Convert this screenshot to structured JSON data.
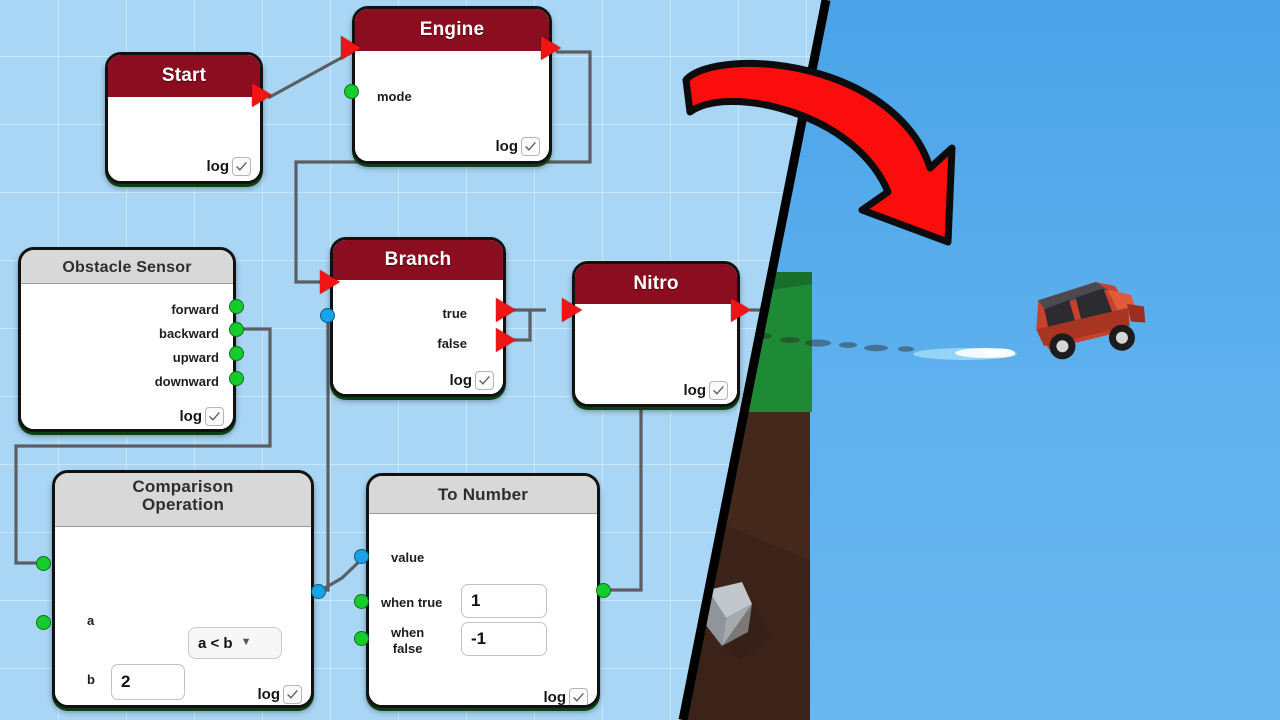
{
  "editor": {
    "name": "visual-scripting-canvas",
    "background_color": "#a9d6f5",
    "grid_line_color": "#ffffff",
    "wire_color": "#5b5f63",
    "header_red": "#8b0d20",
    "header_grey": "#d8d8d8",
    "socket_green": "#16cc2c",
    "socket_blue": "#18a3e8",
    "exec_port_red": "#f01414"
  },
  "nodes": [
    {
      "id": "start",
      "title": "Start",
      "header_style": "red",
      "log_label": "log",
      "log_checked": true,
      "inputs": [],
      "outputs": []
    },
    {
      "id": "engine",
      "title": "Engine",
      "header_style": "red",
      "log_label": "log",
      "log_checked": true,
      "inputs": [
        {
          "label": "mode",
          "socket": "green"
        }
      ],
      "outputs": []
    },
    {
      "id": "obstacle-sensor",
      "title": "Obstacle Sensor",
      "header_style": "grey",
      "log_label": "log",
      "log_checked": true,
      "inputs": [],
      "outputs": [
        {
          "label": "forward",
          "socket": "green"
        },
        {
          "label": "backward",
          "socket": "green"
        },
        {
          "label": "upward",
          "socket": "green"
        },
        {
          "label": "downward",
          "socket": "green"
        }
      ]
    },
    {
      "id": "branch",
      "title": "Branch",
      "header_style": "red",
      "log_label": "log",
      "log_checked": true,
      "inputs": [
        {
          "label": "",
          "socket": "blue"
        }
      ],
      "outputs": [
        {
          "label": "true",
          "socket": "exec"
        },
        {
          "label": "false",
          "socket": "exec"
        }
      ]
    },
    {
      "id": "nitro",
      "title": "Nitro",
      "header_style": "red",
      "log_label": "log",
      "log_checked": true,
      "inputs": [],
      "outputs": []
    },
    {
      "id": "comparison-operation",
      "title": "Comparison\nOperation",
      "title_line1": "Comparison",
      "title_line2": "Operation",
      "header_style": "grey",
      "log_label": "log",
      "log_checked": true,
      "inputs": [
        {
          "label": "a",
          "socket": "green",
          "value": null
        },
        {
          "label": "b",
          "socket": "green",
          "value": "2"
        }
      ],
      "operator_selected": "a < b",
      "operator_options": [
        "a < b"
      ],
      "outputs": [
        {
          "label": "",
          "socket": "blue"
        }
      ]
    },
    {
      "id": "to-number",
      "title": "To Number",
      "header_style": "grey",
      "log_label": "log",
      "log_checked": true,
      "inputs": [
        {
          "label": "value",
          "socket": "blue",
          "value": null
        },
        {
          "label": "when true",
          "socket": "green",
          "value": "1"
        },
        {
          "label": "when false",
          "socket": "green",
          "value": "-1",
          "label_line1": "when",
          "label_line2": "false"
        }
      ],
      "outputs": [
        {
          "label": "",
          "socket": "green"
        }
      ]
    }
  ],
  "labels": {
    "start_title": "Start",
    "engine_title": "Engine",
    "engine_mode": "mode",
    "obstacle_title": "Obstacle Sensor",
    "obstacle_forward": "forward",
    "obstacle_backward": "backward",
    "obstacle_upward": "upward",
    "obstacle_downward": "downward",
    "branch_title": "Branch",
    "branch_true": "true",
    "branch_false": "false",
    "nitro_title": "Nitro",
    "comparison_title_l1": "Comparison",
    "comparison_title_l2": "Operation",
    "comparison_a": "a",
    "comparison_b": "b",
    "comparison_b_value": "2",
    "comparison_operator": "a < b",
    "tonumber_title": "To Number",
    "tonumber_value": "value",
    "tonumber_when_true": "when true",
    "tonumber_when_true_value": "1",
    "tonumber_when_false_l1": "when",
    "tonumber_when_false_l2": "false",
    "tonumber_when_false_value": "-1",
    "log": "log"
  },
  "game": {
    "name": "3d-driving-game-viewport",
    "sky_color": "#5fb1ee",
    "grass_top_color": "#3dea5a",
    "grass_side_color": "#1f9c3a",
    "dirt_color": "#7a4b2e",
    "rock_color": "#b7bcc0",
    "vehicle": "red-offroad-jeep",
    "vehicle_body_color": "#c8412c",
    "vehicle_state": "airborne-jumping-off-cliff",
    "nitro_trail_color": "#7fe9ff"
  },
  "annotation": {
    "name": "red-curved-arrow",
    "color": "#fb0d0d",
    "outline_color": "#000000",
    "points_to": "game-viewport"
  }
}
